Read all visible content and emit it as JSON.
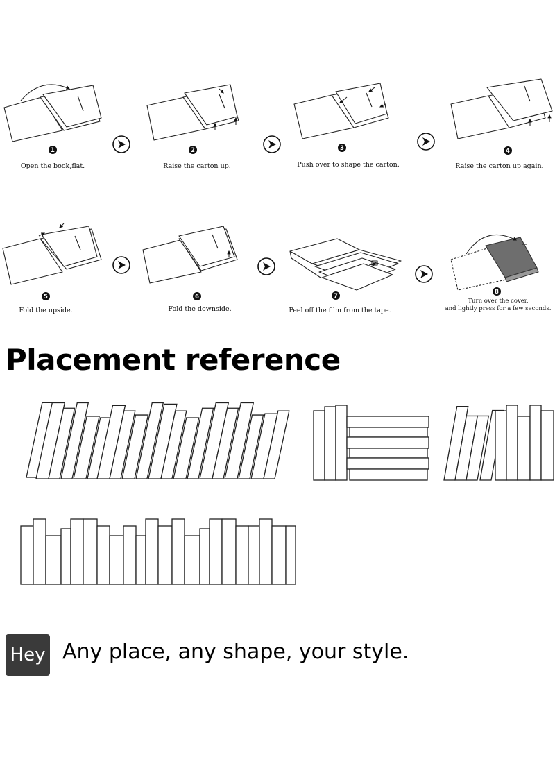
{
  "steps": [
    {
      "number": "1",
      "label": "Open the book,flat."
    },
    {
      "number": "2",
      "label": "Raise  the carton up."
    },
    {
      "number": "3",
      "label": "Push over to shape the carton."
    },
    {
      "number": "4",
      "label": "Raise the carton up again."
    },
    {
      "number": "5",
      "label": "Fold the upside."
    },
    {
      "number": "6",
      "label": "Fold the downside."
    },
    {
      "number": "7",
      "label": "Peel off the film from the tape."
    },
    {
      "number": "8",
      "label_line1": "Turn over the cover,",
      "label_line2": "and lightly press for a few seconds."
    }
  ],
  "section_heading": "Placement reference",
  "badge_text": "Hey",
  "tagline": "Any place, any shape, your style.",
  "colors": {
    "ink": "#111111",
    "badge_bg": "#3a3a3a",
    "book_fill": "#6e6e6e"
  },
  "icons": [
    "next-arrow-icon",
    "rotate-arrow-icon"
  ]
}
